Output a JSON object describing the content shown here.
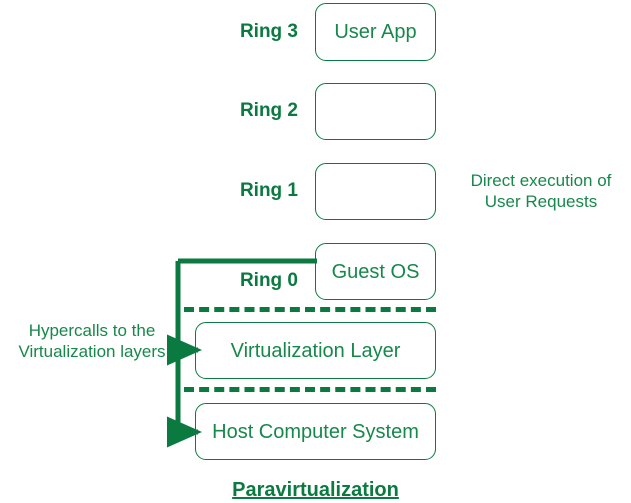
{
  "diagram": {
    "title": "Paravirtualization",
    "accent_color": "#0b7a40",
    "text_color": "#17884c",
    "background": "#ffffff",
    "rings": [
      {
        "label": "Ring 3",
        "box_text": "User App"
      },
      {
        "label": "Ring 2",
        "box_text": ""
      },
      {
        "label": "Ring 1",
        "box_text": ""
      },
      {
        "label": "Ring 0",
        "box_text": "Guest OS"
      }
    ],
    "layers": [
      {
        "name": "Virtualization Layer"
      },
      {
        "name": "Host Computer System"
      }
    ],
    "annotations": {
      "right_note_line1": "Direct execution of",
      "right_note_line2": "User Requests",
      "left_note_line1": "Hypercalls to the",
      "left_note_line2": "Virtualization layers"
    }
  }
}
